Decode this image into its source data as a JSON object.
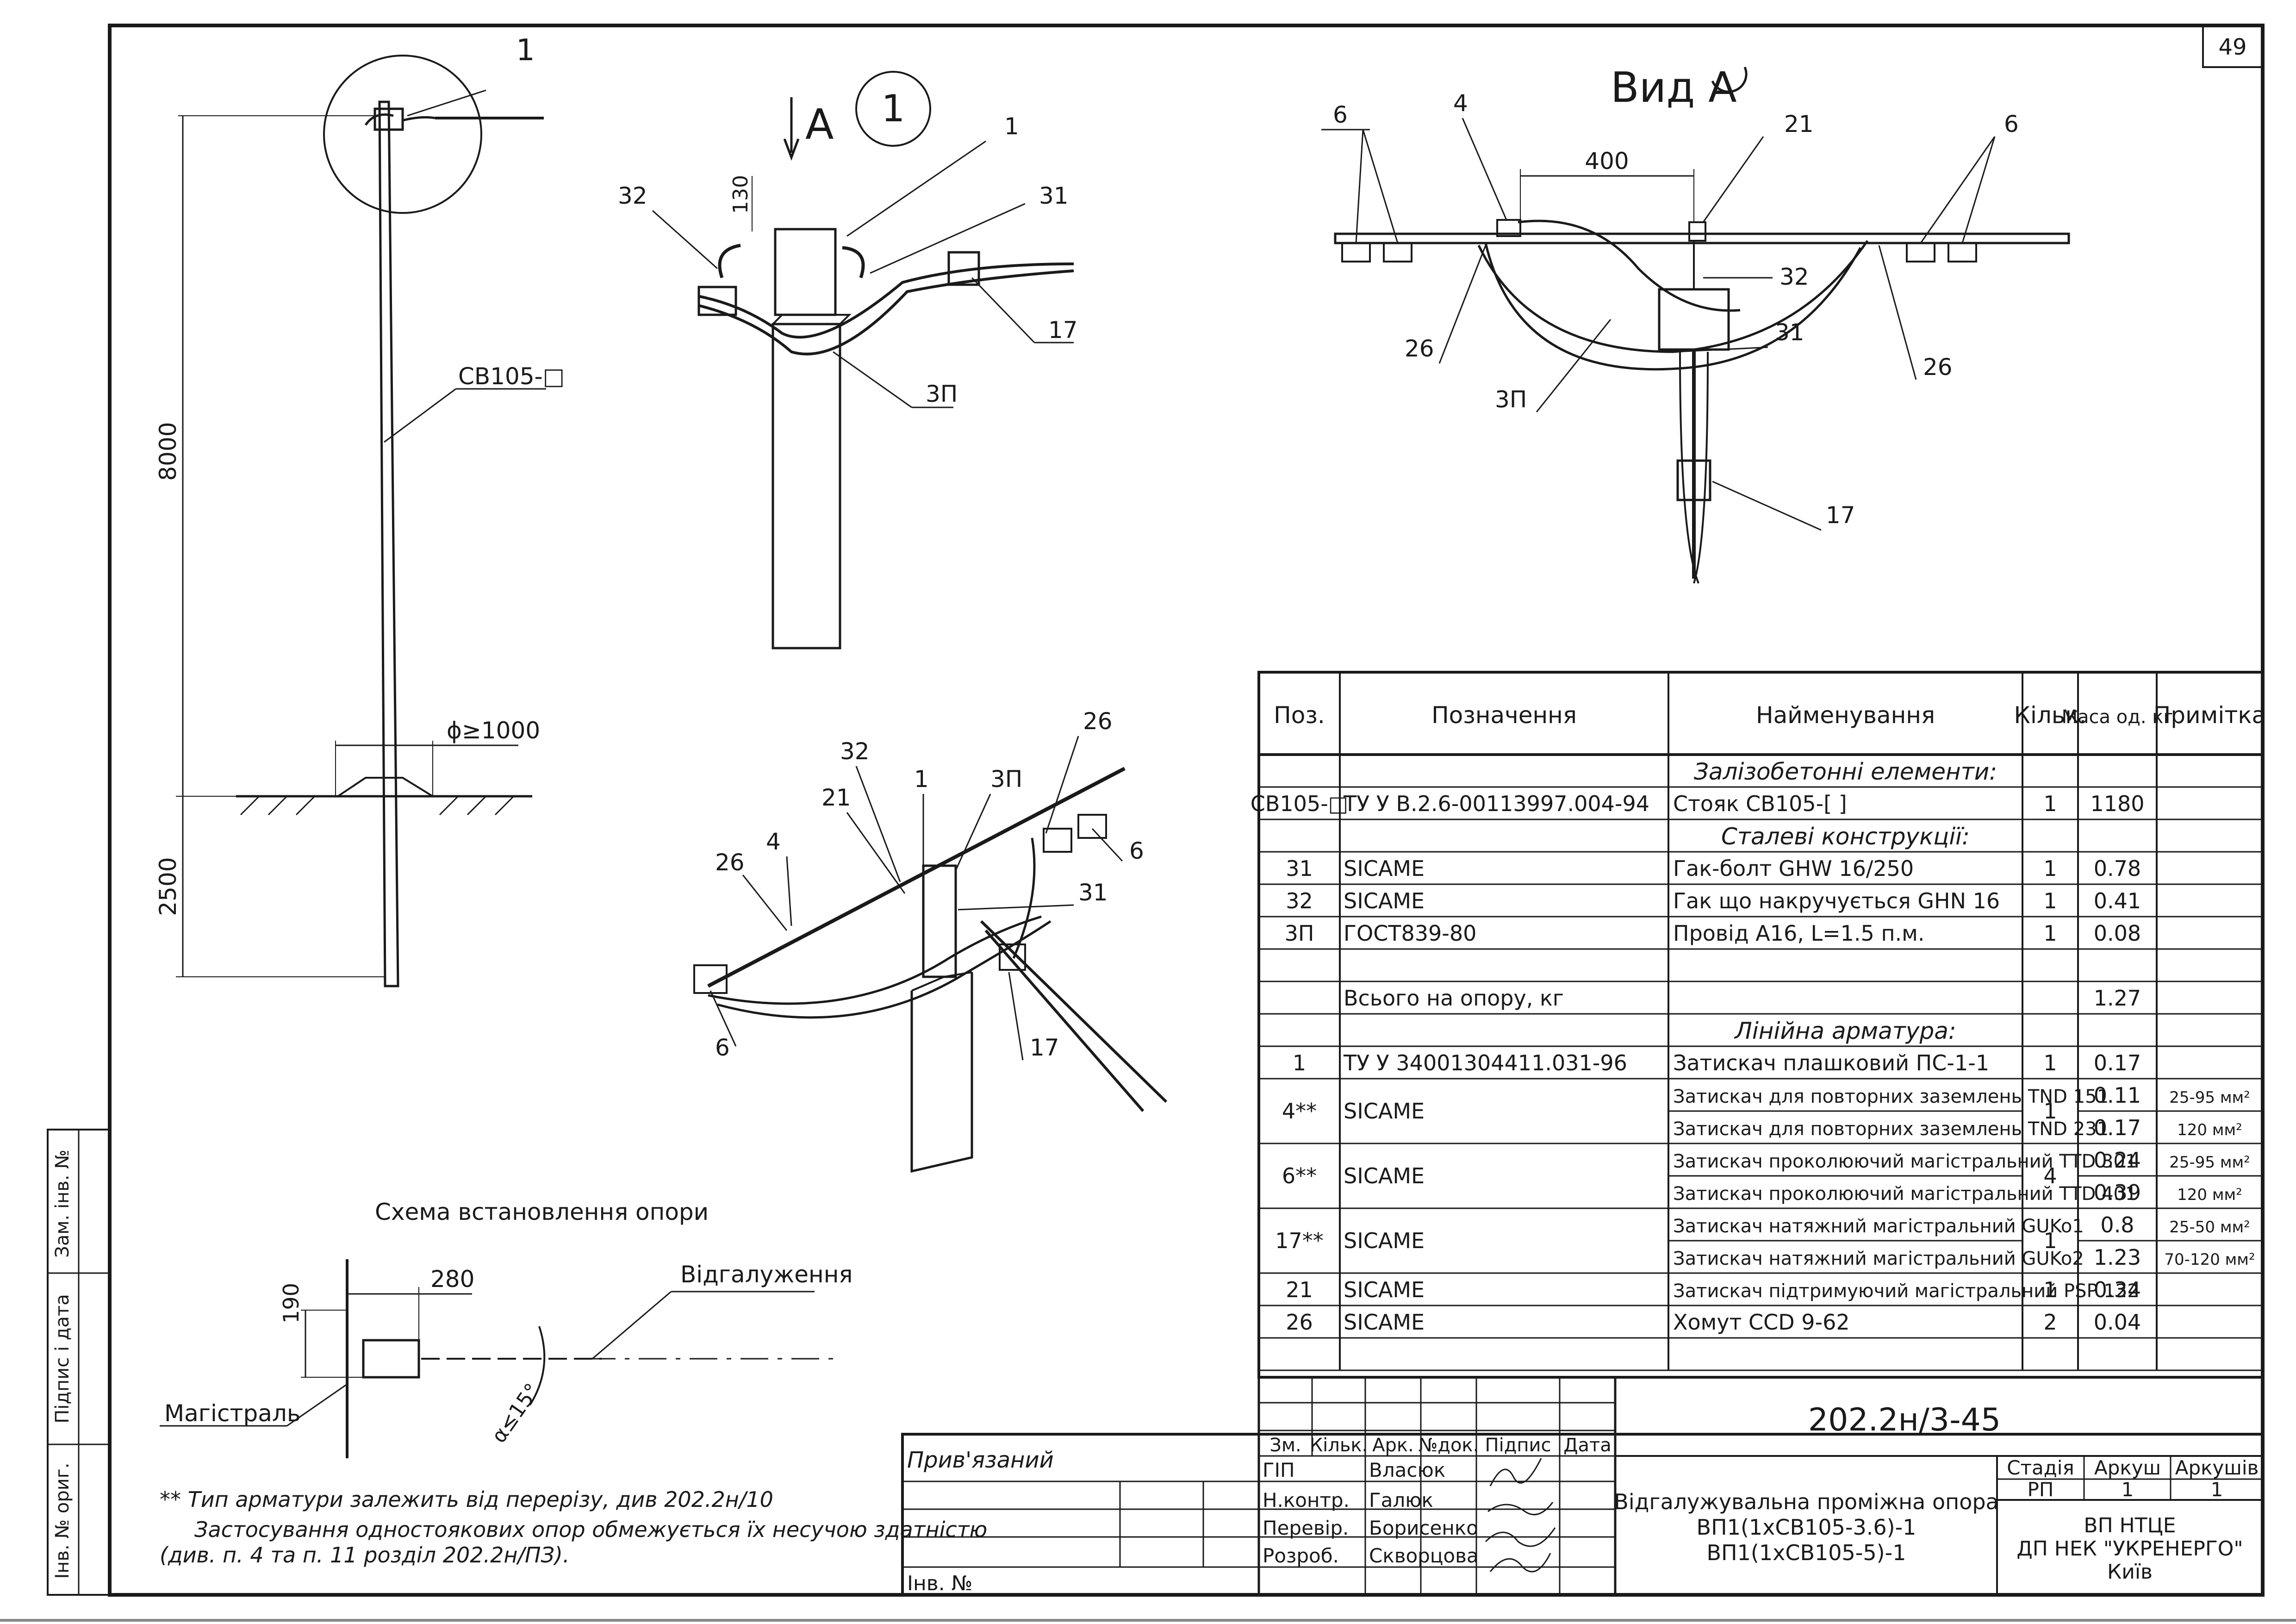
{
  "sheet_number": "49",
  "drawing_code": "202.2н/3-45",
  "view_label": "Вид А",
  "view_arrow_label": "A",
  "detail_marker": "1",
  "dims": {
    "height_above": "8000",
    "height_below": "2500",
    "ground_diameter": "ϕ≥1000",
    "offset_130": "130",
    "spacing_400": "400",
    "dim_190": "190",
    "dim_280": "280",
    "angle": "α≤15°"
  },
  "labels": {
    "pole_type": "СВ105-□",
    "p1": "1",
    "p3p": "3П",
    "p4": "4",
    "p6": "6",
    "p17": "17",
    "p21": "21",
    "p26": "26",
    "p31": "31",
    "p32": "32"
  },
  "scheme": {
    "title": "Схема встановлення опори",
    "branch": "Відгалуження",
    "main": "Магістраль"
  },
  "notes": {
    "note1": "** Тип арматури залежить від перерізу, див 202.2н/10",
    "note2": "Застосування одностоякових опор обмежується їх несучою здатністю",
    "note3": "(див. п. 4 та п. 11 розділ 202.2н/ПЗ)."
  },
  "spec_table": {
    "headers": [
      "Поз.",
      "Позначення",
      "Найменування",
      "Кільк.",
      "Маса од. кг",
      "Примітка"
    ],
    "rows": [
      {
        "type": "section",
        "name": "Залізобетонні елементи:"
      },
      {
        "pos": "СВ105-□",
        "des": "ТУ У В.2.6-00113997.004-94",
        "name": "Стояк СВ105-[    ]",
        "qty": "1",
        "mass": "1180",
        "note": ""
      },
      {
        "type": "section",
        "name": "Сталеві конструкції:"
      },
      {
        "pos": "31",
        "des": "SICAME",
        "name": "Гак-болт GHW 16/250",
        "qty": "1",
        "mass": "0.78",
        "note": ""
      },
      {
        "pos": "32",
        "des": "SICAME",
        "name": "Гак що накручується GHN 16",
        "qty": "1",
        "mass": "0.41",
        "note": ""
      },
      {
        "pos": "3П",
        "des": "ГОСТ839-80",
        "name": "Провід А16, L=1.5 п.м.",
        "qty": "1",
        "mass": "0.08",
        "note": ""
      },
      {
        "pos": "",
        "des": "",
        "name": "",
        "qty": "",
        "mass": "",
        "note": ""
      },
      {
        "pos": "",
        "des": "Всього на опору, кг",
        "name": "",
        "qty": "",
        "mass": "1.27",
        "note": ""
      },
      {
        "type": "section",
        "name": "Лінійна арматура:"
      },
      {
        "pos": "1",
        "des": "ТУ У 34001304411.031-96",
        "name": "Затискач плашковий ПС-1-1",
        "qty": "1",
        "mass": "0.17",
        "note": ""
      },
      {
        "pos": "4**",
        "des": "SICAME",
        "name": "Затискач для повторних заземлень TND 151",
        "qty": "1",
        "mass": "0.11",
        "note": "25-95 мм²",
        "rowspan": 2
      },
      {
        "cont": true,
        "name": "Затискач для повторних заземлень TND 231",
        "mass": "0.17",
        "note": "120 мм²"
      },
      {
        "pos": "6**",
        "des": "SICAME",
        "name": "Затискач проколюючий магістральний TTD 301",
        "qty": "4",
        "mass": "0.24",
        "note": "25-95 мм²",
        "rowspan": 2
      },
      {
        "cont": true,
        "name": "Затискач проколюючий магістральний TTD 401",
        "mass": "0.39",
        "note": "120 мм²"
      },
      {
        "pos": "17**",
        "des": "SICAME",
        "name": "Затискач натяжний магістральний GUKo1",
        "qty": "1",
        "mass": "0.8",
        "note": "25-50 мм²",
        "rowspan": 2
      },
      {
        "cont": true,
        "name": "Затискач натяжний магістральний GUKo2",
        "mass": "1.23",
        "note": "70-120 мм²"
      },
      {
        "pos": "21",
        "des": "SICAME",
        "name": "Затискач підтримуючий магістральний PSP 122",
        "qty": "1",
        "mass": "0.34",
        "note": ""
      },
      {
        "pos": "26",
        "des": "SICAME",
        "name": "Хомут CCD 9-62",
        "qty": "2",
        "mass": "0.04",
        "note": ""
      },
      {
        "pos": "",
        "des": "",
        "name": "",
        "qty": "",
        "mass": "",
        "note": ""
      }
    ]
  },
  "title_block": {
    "col_heads": [
      "Зм.",
      "Кільк.",
      "Арк.",
      "№док.",
      "Підпис",
      "Дата"
    ],
    "roles": [
      "ГІП",
      "Н.контр.",
      "Перевір.",
      "Розроб."
    ],
    "names": [
      "Власюк",
      "Галюк",
      "Борисенко",
      "Скворцова"
    ],
    "title_line1": "Відгалужувальна проміжна опора",
    "title_line2": "ВП1(1хСВ105-3.6)-1",
    "title_line3": "ВП1(1хСВ105-5)-1",
    "stage_heads": [
      "Стадія",
      "Аркуш",
      "Аркушів"
    ],
    "stage_vals": [
      "РП",
      "1",
      "1"
    ],
    "org1": "ВП НТЦЕ",
    "org2": "ДП НЕК \"УКРЕНЕРГО\"",
    "org3": "Київ",
    "linked": "Прив'язаний",
    "inv_no": "Інв. №"
  },
  "side_stamp": [
    "Зам. інв. №",
    "Підпис і дата",
    "Інв. № ориг."
  ]
}
